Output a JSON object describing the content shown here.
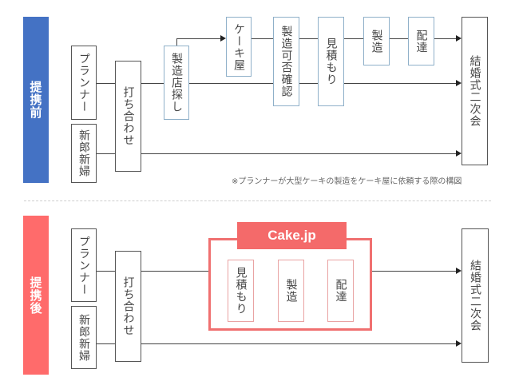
{
  "colors": {
    "before_accent": "#4472c4",
    "after_accent": "#ff6b6b",
    "cakejp_brand": "#f46a6a"
  },
  "before": {
    "phase_label": "提携前",
    "planner": "プランナー",
    "couple": "新郎新婦",
    "meeting": "打ち合わせ",
    "find_maker": "製造店探し",
    "cake_shop": "ケーキ屋",
    "feasibility_check": "製造可否確認",
    "estimate": "見積もり",
    "manufacture": "製造",
    "delivery": "配達",
    "event": "結婚式二次会",
    "note": "※プランナーが大型ケーキの製造をケーキ屋に依頼する際の構図"
  },
  "after": {
    "phase_label": "提携後",
    "planner": "プランナー",
    "couple": "新郎新婦",
    "meeting": "打ち合わせ",
    "service_name": "Cake.jp",
    "estimate": "見積もり",
    "manufacture": "製造",
    "delivery": "配達",
    "event": "結婚式二次会"
  }
}
